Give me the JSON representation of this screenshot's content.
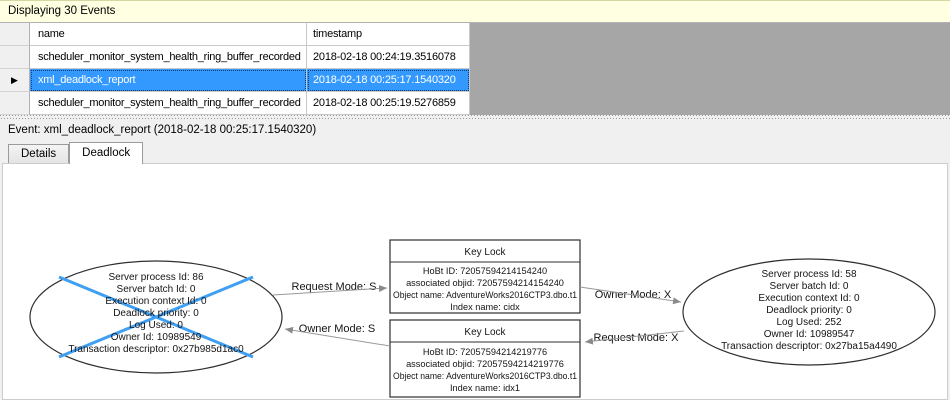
{
  "info_bar": {
    "text": "Displaying 30 Events"
  },
  "grid": {
    "row_marker": "▶",
    "columns": [
      {
        "label": "name"
      },
      {
        "label": "timestamp"
      }
    ],
    "rows": [
      {
        "name": "scheduler_monitor_system_health_ring_buffer_recorded",
        "timestamp": "2018-02-18 00:24:19.3516078"
      },
      {
        "name": "xml_deadlock_report",
        "timestamp": "2018-02-18 00:25:17.1540320"
      },
      {
        "name": "scheduler_monitor_system_health_ring_buffer_recorded",
        "timestamp": "2018-02-18 00:25:19.5276859"
      }
    ]
  },
  "event_bar": {
    "text": "Event: xml_deadlock_report (2018-02-18 00:25:17.1540320)"
  },
  "tabs": [
    {
      "label": "Details"
    },
    {
      "label": "Deadlock"
    }
  ],
  "deadlock_graph": {
    "victim_process": {
      "lines": [
        "Server process Id: 86",
        "Server batch Id: 0",
        "Execution context Id: 0",
        "Deadlock priority: 0",
        "Log Used: 0",
        "Owner Id: 10989549",
        "Transaction descriptor: 0x27b985d1ac0"
      ]
    },
    "owner_process": {
      "lines": [
        "Server process Id: 58",
        "Server batch Id: 0",
        "Execution context Id: 0",
        "Deadlock priority: 0",
        "Log Used: 252",
        "Owner Id: 10989547",
        "Transaction descriptor: 0x27ba15a4490"
      ]
    },
    "resources": [
      {
        "title": "Key Lock",
        "lines": [
          "HoBt ID: 72057594214154240",
          "associated objid: 72057594214154240",
          "Object name: AdventureWorks2016CTP3.dbo.t1",
          "Index name: cidx"
        ]
      },
      {
        "title": "Key Lock",
        "lines": [
          "HoBt ID: 72057594214219776",
          "associated objid: 72057594214219776",
          "Object name: AdventureWorks2016CTP3.dbo.t1",
          "Index name: idx1"
        ]
      }
    ],
    "edges": [
      {
        "label": "Request Mode: S"
      },
      {
        "label": "Owner Mode: S"
      },
      {
        "label": "Owner Mode: X"
      },
      {
        "label": "Request Mode: X"
      }
    ],
    "colors": {
      "victim_cross": "#3f9ff2",
      "edge": "#999999",
      "selection": "#3399ff"
    }
  }
}
